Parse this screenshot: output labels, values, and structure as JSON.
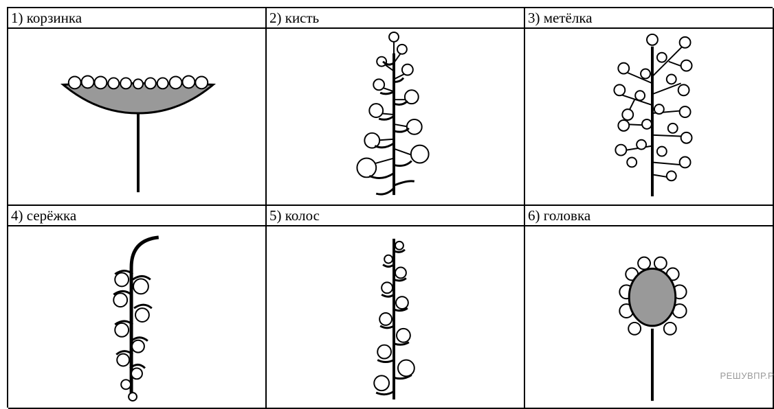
{
  "cells": [
    {
      "label": "1) корзинка"
    },
    {
      "label": "2) кисть"
    },
    {
      "label": "3) метёлка"
    },
    {
      "label": "4) серёжка"
    },
    {
      "label": "5) колос"
    },
    {
      "label": "6) головка"
    }
  ],
  "watermark": "РЕШУВПР.Р",
  "colors": {
    "ink": "#000000",
    "fill_gray": "#999999",
    "watermark": "#9a9a9a"
  }
}
